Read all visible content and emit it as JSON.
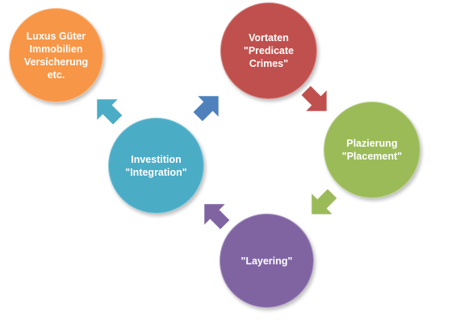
{
  "nodes": {
    "luxus": {
      "text": "Luxus Güter\nImmobilien\nVersicherung\netc.",
      "color": "#f79646"
    },
    "vortaten": {
      "text": "Vortaten\n\"Predicate\nCrimes\"",
      "color": "#c0504d"
    },
    "plazierung": {
      "text": "Plazierung\n\"Placement\"",
      "color": "#9bbb59"
    },
    "layering": {
      "text": "\"Layering\"",
      "color": "#8064a2"
    },
    "investition": {
      "text": "Investition\n\"Integration\"",
      "color": "#4bacc6"
    }
  },
  "arrows": {
    "investition_to_luxus": {
      "color": "#4bacc6"
    },
    "investition_to_vortaten": {
      "color": "#4f81bd"
    },
    "vortaten_to_plazierung": {
      "color": "#c0504d"
    },
    "plazierung_to_layering": {
      "color": "#9bbb59"
    },
    "layering_to_investition": {
      "color": "#8064a2"
    }
  }
}
